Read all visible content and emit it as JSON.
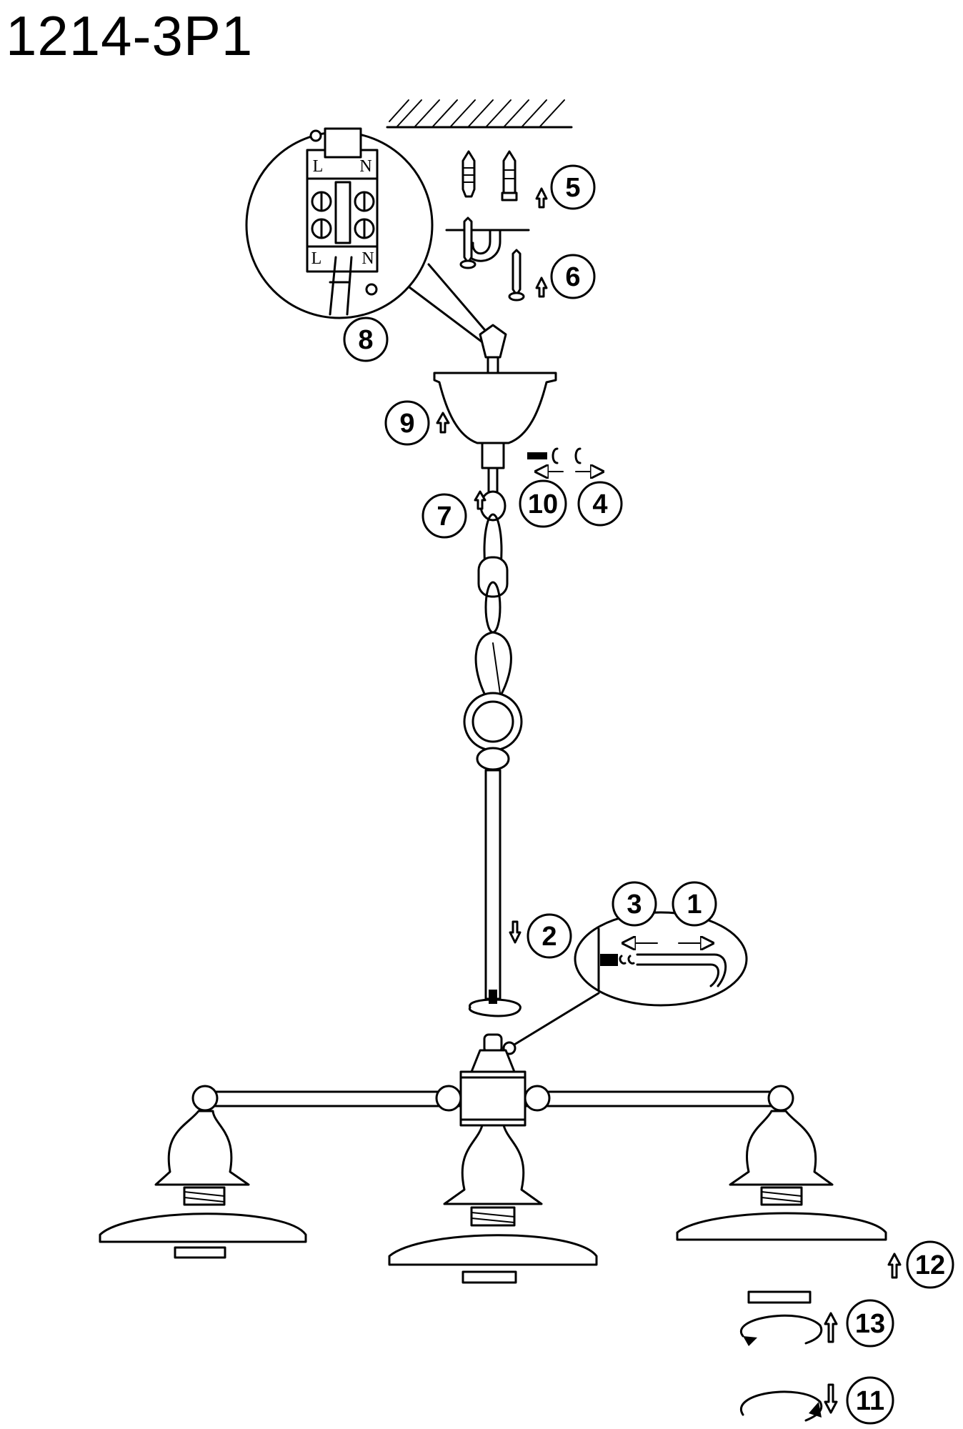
{
  "title": "1214-3P1",
  "terminal_labels": {
    "top_left": "L",
    "top_right": "N",
    "bottom_left": "L",
    "bottom_right": "N"
  },
  "steps": [
    {
      "n": "1"
    },
    {
      "n": "2"
    },
    {
      "n": "3"
    },
    {
      "n": "4"
    },
    {
      "n": "5"
    },
    {
      "n": "6"
    },
    {
      "n": "7"
    },
    {
      "n": "8"
    },
    {
      "n": "9"
    },
    {
      "n": "10"
    },
    {
      "n": "11"
    },
    {
      "n": "12"
    },
    {
      "n": "13"
    }
  ],
  "colors": {
    "line": "#000000",
    "background": "#ffffff"
  }
}
